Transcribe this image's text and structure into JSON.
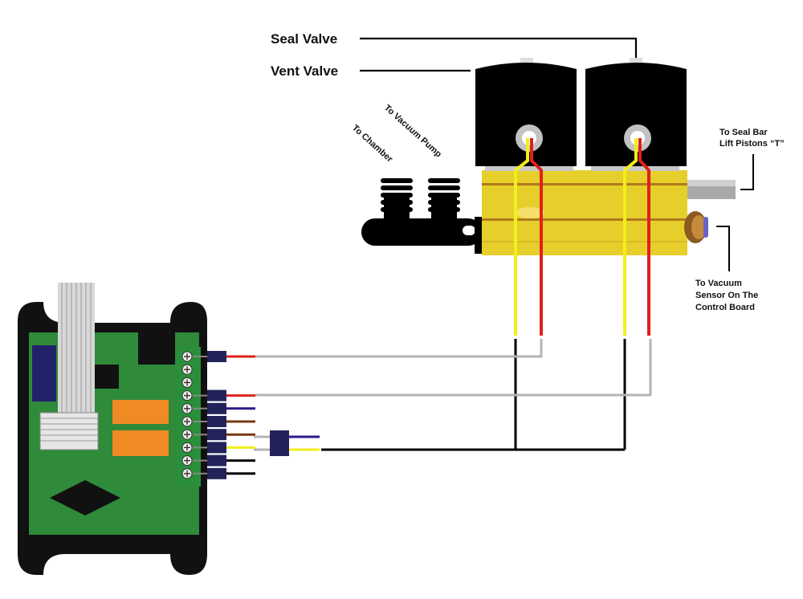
{
  "labels": {
    "seal_valve": "Seal Valve",
    "vent_valve": "Vent Valve",
    "to_chamber": "To Chamber",
    "to_vacuum_pump": "To Vacuum Pump",
    "to_seal_bar_line1": "To Seal Bar",
    "to_seal_bar_line2": "Lift Pistons “T”",
    "to_vacuum_sensor_line1": "To Vacuum",
    "to_vacuum_sensor_line2": "Sensor On The",
    "to_vacuum_sensor_line3": "Control Board"
  },
  "colors": {
    "manifold": "#e6cf2a",
    "manifold_stripe": "#b07a1c",
    "valve_body": "#000000",
    "pcb": "#2f8a3a",
    "board_frame": "#111111",
    "relay": "#f08a24",
    "terminal": "#2a8f3a",
    "connector": "#23235a",
    "wire_red": "#e0201c",
    "wire_yellow": "#f2ee1a",
    "wire_gray": "#b4b4b4",
    "wire_black": "#000000",
    "wire_blue": "#2a1a8a",
    "wire_brown": "#7a3a10"
  },
  "icons": [
    "solenoid-valve-icon",
    "manifold-block-icon",
    "control-board-icon",
    "ribbon-cable-icon",
    "terminal-screw-icon"
  ]
}
